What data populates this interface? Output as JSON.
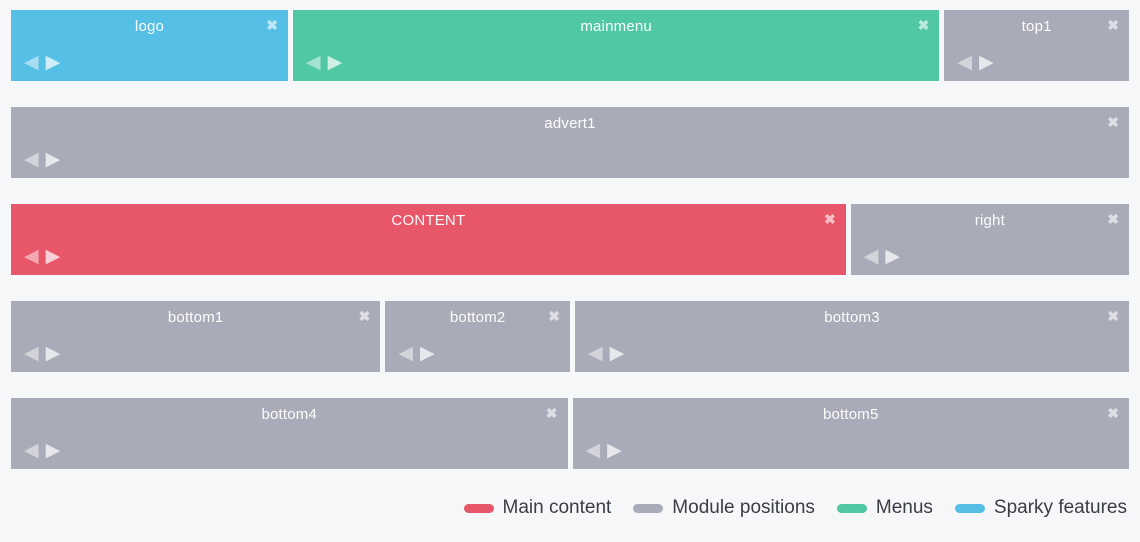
{
  "palette": {
    "main_content": "#e8566a",
    "module_positions": "#a9acb8",
    "menus": "#50c8a3",
    "sparky_features": "#55bfe5",
    "page_background": "#f6f7f9",
    "legend_text": "#3b3d44",
    "block_label_text": "#ffffff"
  },
  "block_controls": {
    "close_glyph": "✖",
    "move_left_glyph": "◀",
    "move_right_glyph": "▶"
  },
  "rows": [
    {
      "blocks": [
        {
          "label": "logo",
          "type": "sparky_features",
          "span": 3
        },
        {
          "label": "mainmenu",
          "type": "menus",
          "span": 7
        },
        {
          "label": "top1",
          "type": "module_positions",
          "span": 2
        }
      ]
    },
    {
      "blocks": [
        {
          "label": "advert1",
          "type": "module_positions",
          "span": 12
        }
      ]
    },
    {
      "blocks": [
        {
          "label": "CONTENT",
          "type": "main_content",
          "span": 9
        },
        {
          "label": "right",
          "type": "module_positions",
          "span": 3
        }
      ]
    },
    {
      "blocks": [
        {
          "label": "bottom1",
          "type": "module_positions",
          "span": 4
        },
        {
          "label": "bottom2",
          "type": "module_positions",
          "span": 2
        },
        {
          "label": "bottom3",
          "type": "module_positions",
          "span": 6
        }
      ]
    },
    {
      "blocks": [
        {
          "label": "bottom4",
          "type": "module_positions",
          "span": 6
        },
        {
          "label": "bottom5",
          "type": "module_positions",
          "span": 6
        }
      ]
    }
  ],
  "legend": {
    "items": [
      {
        "label": "Main content",
        "type": "main_content"
      },
      {
        "label": "Module positions",
        "type": "module_positions"
      },
      {
        "label": "Menus",
        "type": "menus"
      },
      {
        "label": "Sparky features",
        "type": "sparky_features"
      }
    ]
  }
}
